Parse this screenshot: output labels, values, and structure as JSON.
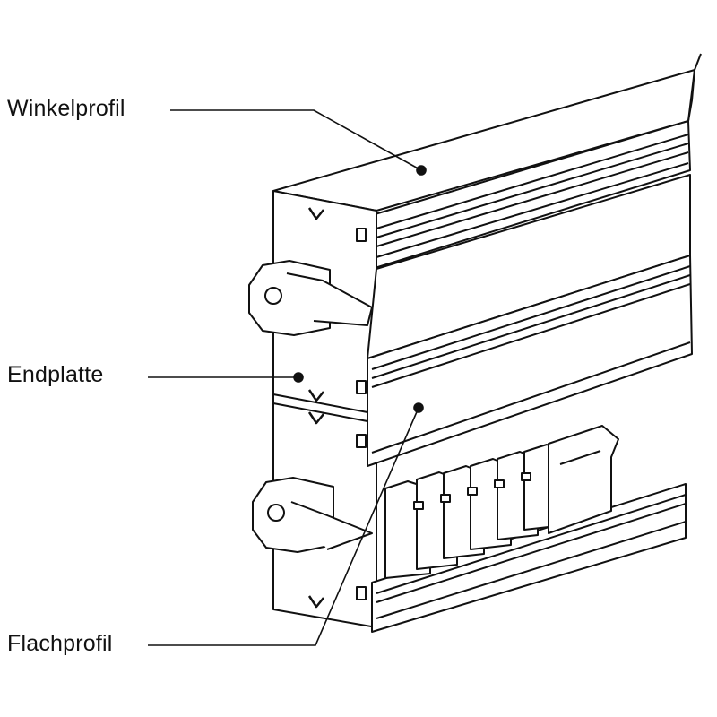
{
  "labels": {
    "winkelprofil": "Winkelprofil",
    "endplatte": "Endplatte",
    "flachprofil": "Flachprofil"
  },
  "colors": {
    "line": "#111111",
    "background": "#ffffff"
  }
}
